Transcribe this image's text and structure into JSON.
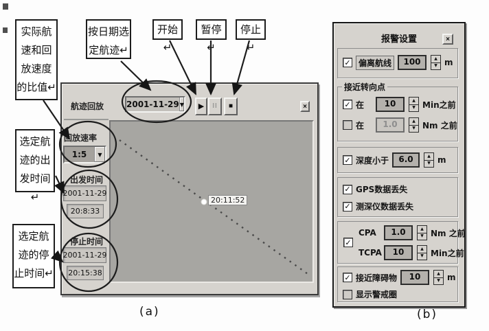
{
  "icons": {
    "dropdown": "▼",
    "play": "▶",
    "pause": "II",
    "stop": "■",
    "close": "×",
    "spin_up": "▲",
    "spin_down": "▼"
  },
  "figure": {
    "caption_a": "(a)",
    "caption_b": "(b)"
  },
  "callouts": {
    "speed_ratio": "实际航\n速和回\n放速度\n的比值↵",
    "select_by_date": "按日期选\n定航迹↵",
    "start": "开始↵",
    "pause": "暂停↵",
    "stop": "停止↵",
    "departure": "选定航\n迹的出\n发时间↵",
    "stop_time": "选定航\n迹的停\n止时间↵"
  },
  "playback": {
    "title": "航迹回放",
    "date": "2001-11-29",
    "rate_label": "回放速率",
    "rate": "1:5",
    "departure_label": "出发时间",
    "departure_date": "2001-11-29",
    "departure_time": "20:8:33",
    "stop_label": "停止时间",
    "stop_date": "2001-11-29",
    "stop_time": "20:15:38",
    "track_point_time": "20:11:52"
  },
  "alarm": {
    "title": "报警设置",
    "deviate": {
      "mark": "✓",
      "label": "偏离航线",
      "value": "100",
      "unit": "m"
    },
    "turning": {
      "caption": "接近转向点",
      "min": {
        "mark": "✓",
        "label": "在",
        "value": "10",
        "unit": "Min之前"
      },
      "nm": {
        "mark": "",
        "label": "在",
        "value": "1.0",
        "unit": "Nm 之前"
      }
    },
    "depth": {
      "mark": "✓",
      "label": "深度小于",
      "value": "6.0",
      "unit": "m"
    },
    "gps": {
      "mark": "✓",
      "label": "GPS数据丢失"
    },
    "sounder": {
      "mark": "✓",
      "label": "测深仪数据丢失"
    },
    "cpa_group": {
      "mark": "✓",
      "cpa": {
        "label": "CPA",
        "value": "1.0",
        "unit": "Nm 之前"
      },
      "tcpa": {
        "label": "TCPA",
        "value": "10",
        "unit": "Min之前"
      }
    },
    "obstacle": {
      "mark": "✓",
      "label": "接近障碍物",
      "value": "10",
      "unit": "m"
    },
    "guard": {
      "mark": "",
      "label": "显示警戒圈"
    }
  }
}
